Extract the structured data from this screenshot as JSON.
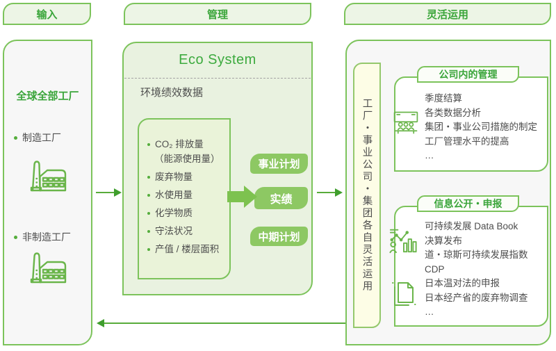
{
  "columns": {
    "input": {
      "header": "输入"
    },
    "manage": {
      "header": "管理"
    },
    "utilize": {
      "header": "灵活运用"
    }
  },
  "input_box": {
    "title": "全球全部工厂",
    "items": [
      {
        "label": "制造工厂",
        "icon": "factory-icon"
      },
      {
        "label": "非制造工厂",
        "icon": "factory-icon"
      }
    ]
  },
  "eco_box": {
    "title": "Eco System",
    "section_label": "环境绩效数据",
    "metrics": [
      "CO₂ 排放量",
      "（能源使用量）",
      "废弃物量",
      "水使用量",
      "化学物质",
      "守法状况",
      "产值 / 楼层面积"
    ],
    "pills": {
      "business_plan": "事业计划",
      "actual": "实绩",
      "midterm_plan": "中期计划"
    }
  },
  "utilize_box": {
    "vertical_banner": "工厂・事业公司・集团各自灵活运用",
    "cards": {
      "internal": {
        "title": "公司内的管理",
        "icon": "meeting-icon",
        "items": [
          "季度结算",
          "各类数据分析",
          "集团・事业公司措施的制定",
          "工厂管理水平的提高",
          "…"
        ]
      },
      "disclosure": {
        "title": "信息公开・申报",
        "icons": [
          "chart-person-icon",
          "documents-icon"
        ],
        "items": [
          "可持续发展 Data Book",
          "决算发布",
          "道・琼斯可持续发展指数",
          "CDP",
          "日本温对法的申报",
          "日本经产省的废弃物调查",
          "…"
        ]
      }
    }
  },
  "colors": {
    "accent_green": "#7cc35b",
    "text_green": "#3aa53a",
    "pill_green": "#8dc863",
    "eco_bg": "#e9f2e0",
    "inner_bg": "#eaf3d9",
    "panel_bg": "#f7f7f7",
    "banner_yellow": "#fdfde6",
    "text_dark": "#4d4d4d"
  }
}
